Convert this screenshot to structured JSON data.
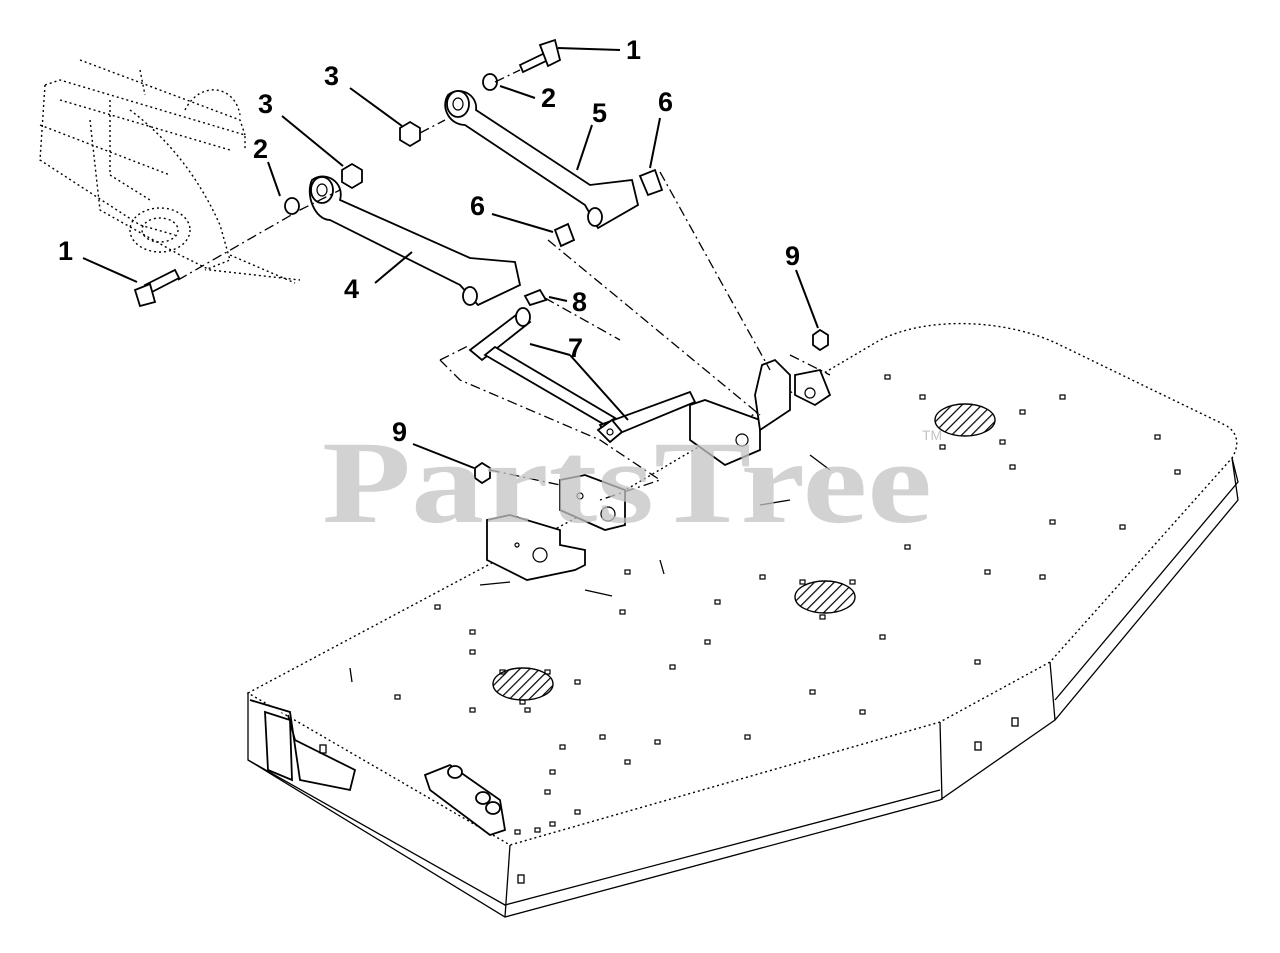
{
  "watermark": {
    "text": "PartsTree",
    "trademark": "TM"
  },
  "callouts": [
    "1",
    "2",
    "3",
    "3",
    "2",
    "1",
    "4",
    "5",
    "6",
    "6",
    "8",
    "7",
    "9",
    "9"
  ]
}
